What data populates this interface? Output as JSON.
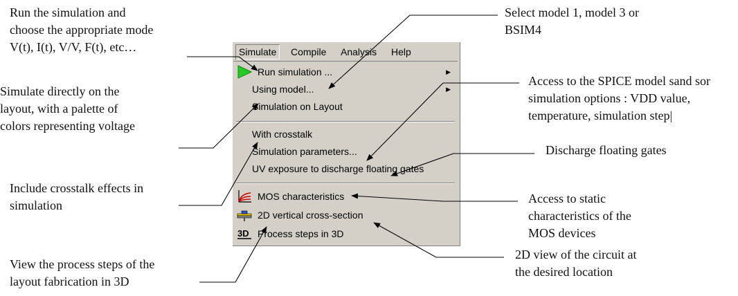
{
  "menubar": {
    "items": [
      "Simulate",
      "Compile",
      "Analysis",
      "Help"
    ]
  },
  "menu": {
    "items": [
      {
        "label": "Run simulation ...",
        "icon": "play-icon",
        "submenu": true
      },
      {
        "label": "Using model...",
        "submenu": true
      },
      {
        "label": "Simulation on Layout"
      },
      {
        "label": "With crosstalk"
      },
      {
        "label": "Simulation parameters..."
      },
      {
        "label": "UV exposure to discharge floating gates"
      },
      {
        "label": "MOS characteristics",
        "icon": "mos-chart-icon"
      },
      {
        "label": "2D vertical cross-section",
        "icon": "cross-section-icon"
      },
      {
        "label": "Process steps in 3D",
        "icon": "3d-icon"
      }
    ],
    "submenu_arrow": "▶",
    "play_icon_color": "#22cc22",
    "background": "#d4d0c8"
  },
  "annotations": {
    "run_simulation": "Run the simulation and\nchoose the appropriate mode\nV(t), I(t), V/V, F(t), etc…",
    "simulate_layout": "Simulate directly on the\nlayout, with a palette of\ncolors representing voltage",
    "crosstalk": "Include crosstalk effects in\nsimulation",
    "process_3d": "View the process steps of the\nlayout fabrication in 3D",
    "select_model": "Select model 1, model 3 or\nBSIM4",
    "spice_model": "Access to the SPICE model sand sor\nsimulation options : VDD value,\ntemperature, simulation step|",
    "discharge": "Discharge floating gates",
    "static_chars": "Access to static\ncharacteristics of the\nMOS devices",
    "view_2d": "2D view of the circuit at\nthe desired location"
  }
}
